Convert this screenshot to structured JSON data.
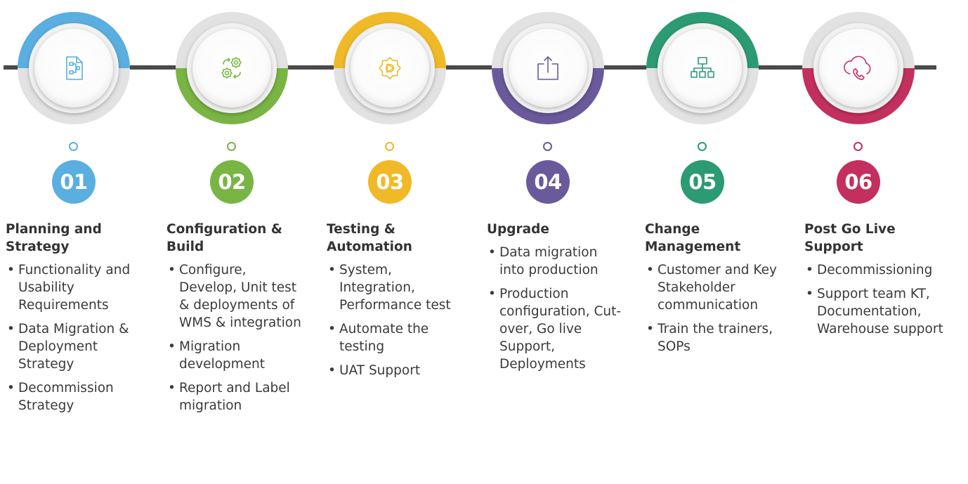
{
  "stages": [
    {
      "number": "01",
      "color": "#5aaee0",
      "icon": "document-flow-icon",
      "title": "Planning and Strategy",
      "bullets": [
        "Functionality and Usability Requirements",
        "Data Migration & Deployment Strategy",
        "Decommission Strategy"
      ]
    },
    {
      "number": "02",
      "color": "#79b544",
      "icon": "gears-cycle-icon",
      "title": "Configuration & Build",
      "bullets": [
        "Configure, Develop, Unit test & deployments of WMS & integration",
        "Migration development",
        "Report and Label migration"
      ]
    },
    {
      "number": "03",
      "color": "#f0b928",
      "icon": "gear-play-icon",
      "title": "Testing & Automation",
      "bullets": [
        "System, Integration, Performance test",
        "Automate the testing",
        "UAT Support"
      ]
    },
    {
      "number": "04",
      "color": "#6a5a9c",
      "icon": "upload-icon",
      "title": "Upgrade",
      "bullets": [
        "Data migration into production",
        "Production configuration, Cut-over, Go live Support, Deployments"
      ]
    },
    {
      "number": "05",
      "color": "#2c9a73",
      "icon": "org-chart-icon",
      "title": "Change Management",
      "bullets": [
        "Customer and Key Stakeholder communication",
        "Train the trainers, SOPs"
      ]
    },
    {
      "number": "06",
      "color": "#c4305d",
      "icon": "cloud-phone-icon",
      "title": "Post Go Live Support",
      "bullets": [
        "Decommissioning",
        "Support team KT, Documentation, Warehouse support"
      ]
    }
  ]
}
